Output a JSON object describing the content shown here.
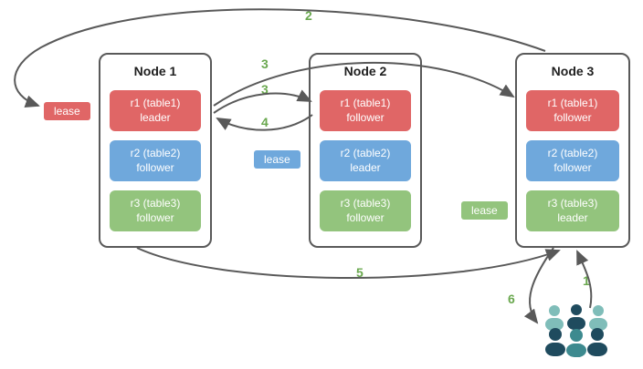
{
  "diagram": {
    "nodes": [
      {
        "title": "Node 1",
        "replicas": [
          {
            "line1": "r1 (table1)",
            "line2": "leader",
            "color": "red"
          },
          {
            "line1": "r2 (table2)",
            "line2": "follower",
            "color": "blue"
          },
          {
            "line1": "r3 (table3)",
            "line2": "follower",
            "color": "green"
          }
        ]
      },
      {
        "title": "Node 2",
        "replicas": [
          {
            "line1": "r1 (table1)",
            "line2": "follower",
            "color": "red"
          },
          {
            "line1": "r2 (table2)",
            "line2": "leader",
            "color": "blue"
          },
          {
            "line1": "r3 (table3)",
            "line2": "follower",
            "color": "green"
          }
        ]
      },
      {
        "title": "Node 3",
        "replicas": [
          {
            "line1": "r1 (table1)",
            "line2": "follower",
            "color": "red"
          },
          {
            "line1": "r2 (table2)",
            "line2": "follower",
            "color": "blue"
          },
          {
            "line1": "r3 (table3)",
            "line2": "leader",
            "color": "green"
          }
        ]
      }
    ],
    "leases": [
      {
        "label": "lease",
        "color": "red"
      },
      {
        "label": "lease",
        "color": "blue"
      },
      {
        "label": "lease",
        "color": "green"
      }
    ],
    "steps": [
      "2",
      "3",
      "3",
      "4",
      "5",
      "6",
      "1"
    ],
    "icons": {
      "users": "users-group-icon"
    },
    "colors": {
      "red": "#e06666",
      "blue": "#6fa8dc",
      "green": "#93c47d",
      "arrow": "#595959",
      "step_label": "#6aa84f",
      "node_border": "#595959",
      "users_light": "#7fbdb9",
      "users_mid": "#3d8a8f",
      "users_dark": "#1f4b5e"
    }
  }
}
